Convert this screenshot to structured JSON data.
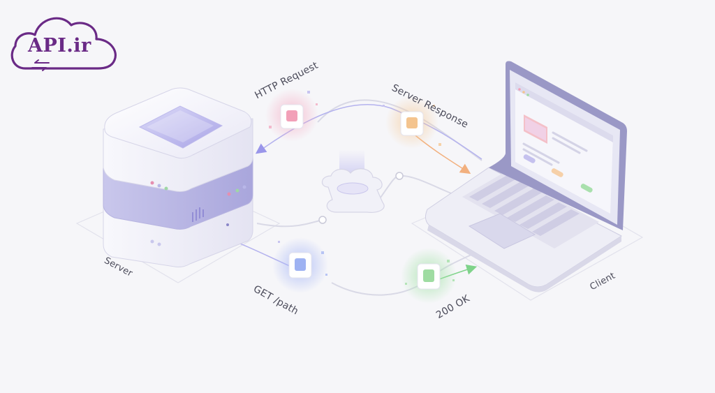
{
  "logo": {
    "text": "API.ir",
    "icon": "cloud-transfer-icon",
    "color": "#6a2a86"
  },
  "labels": {
    "http_request": "HTTP Request",
    "server_response": "Server Response",
    "get_path": "GET /path",
    "ok": "200 OK",
    "server": "Server",
    "client": "Client"
  },
  "colors": {
    "accent": "#8a86e0",
    "request_packet": "#f2a0b8",
    "response_packet": "#f4c48e",
    "get_packet": "#9eb2f2",
    "ok_packet": "#9fdca2",
    "arrow_request": "#9a96ea",
    "arrow_response": "#f2b07e",
    "arrow_ok": "#7fd38a"
  }
}
